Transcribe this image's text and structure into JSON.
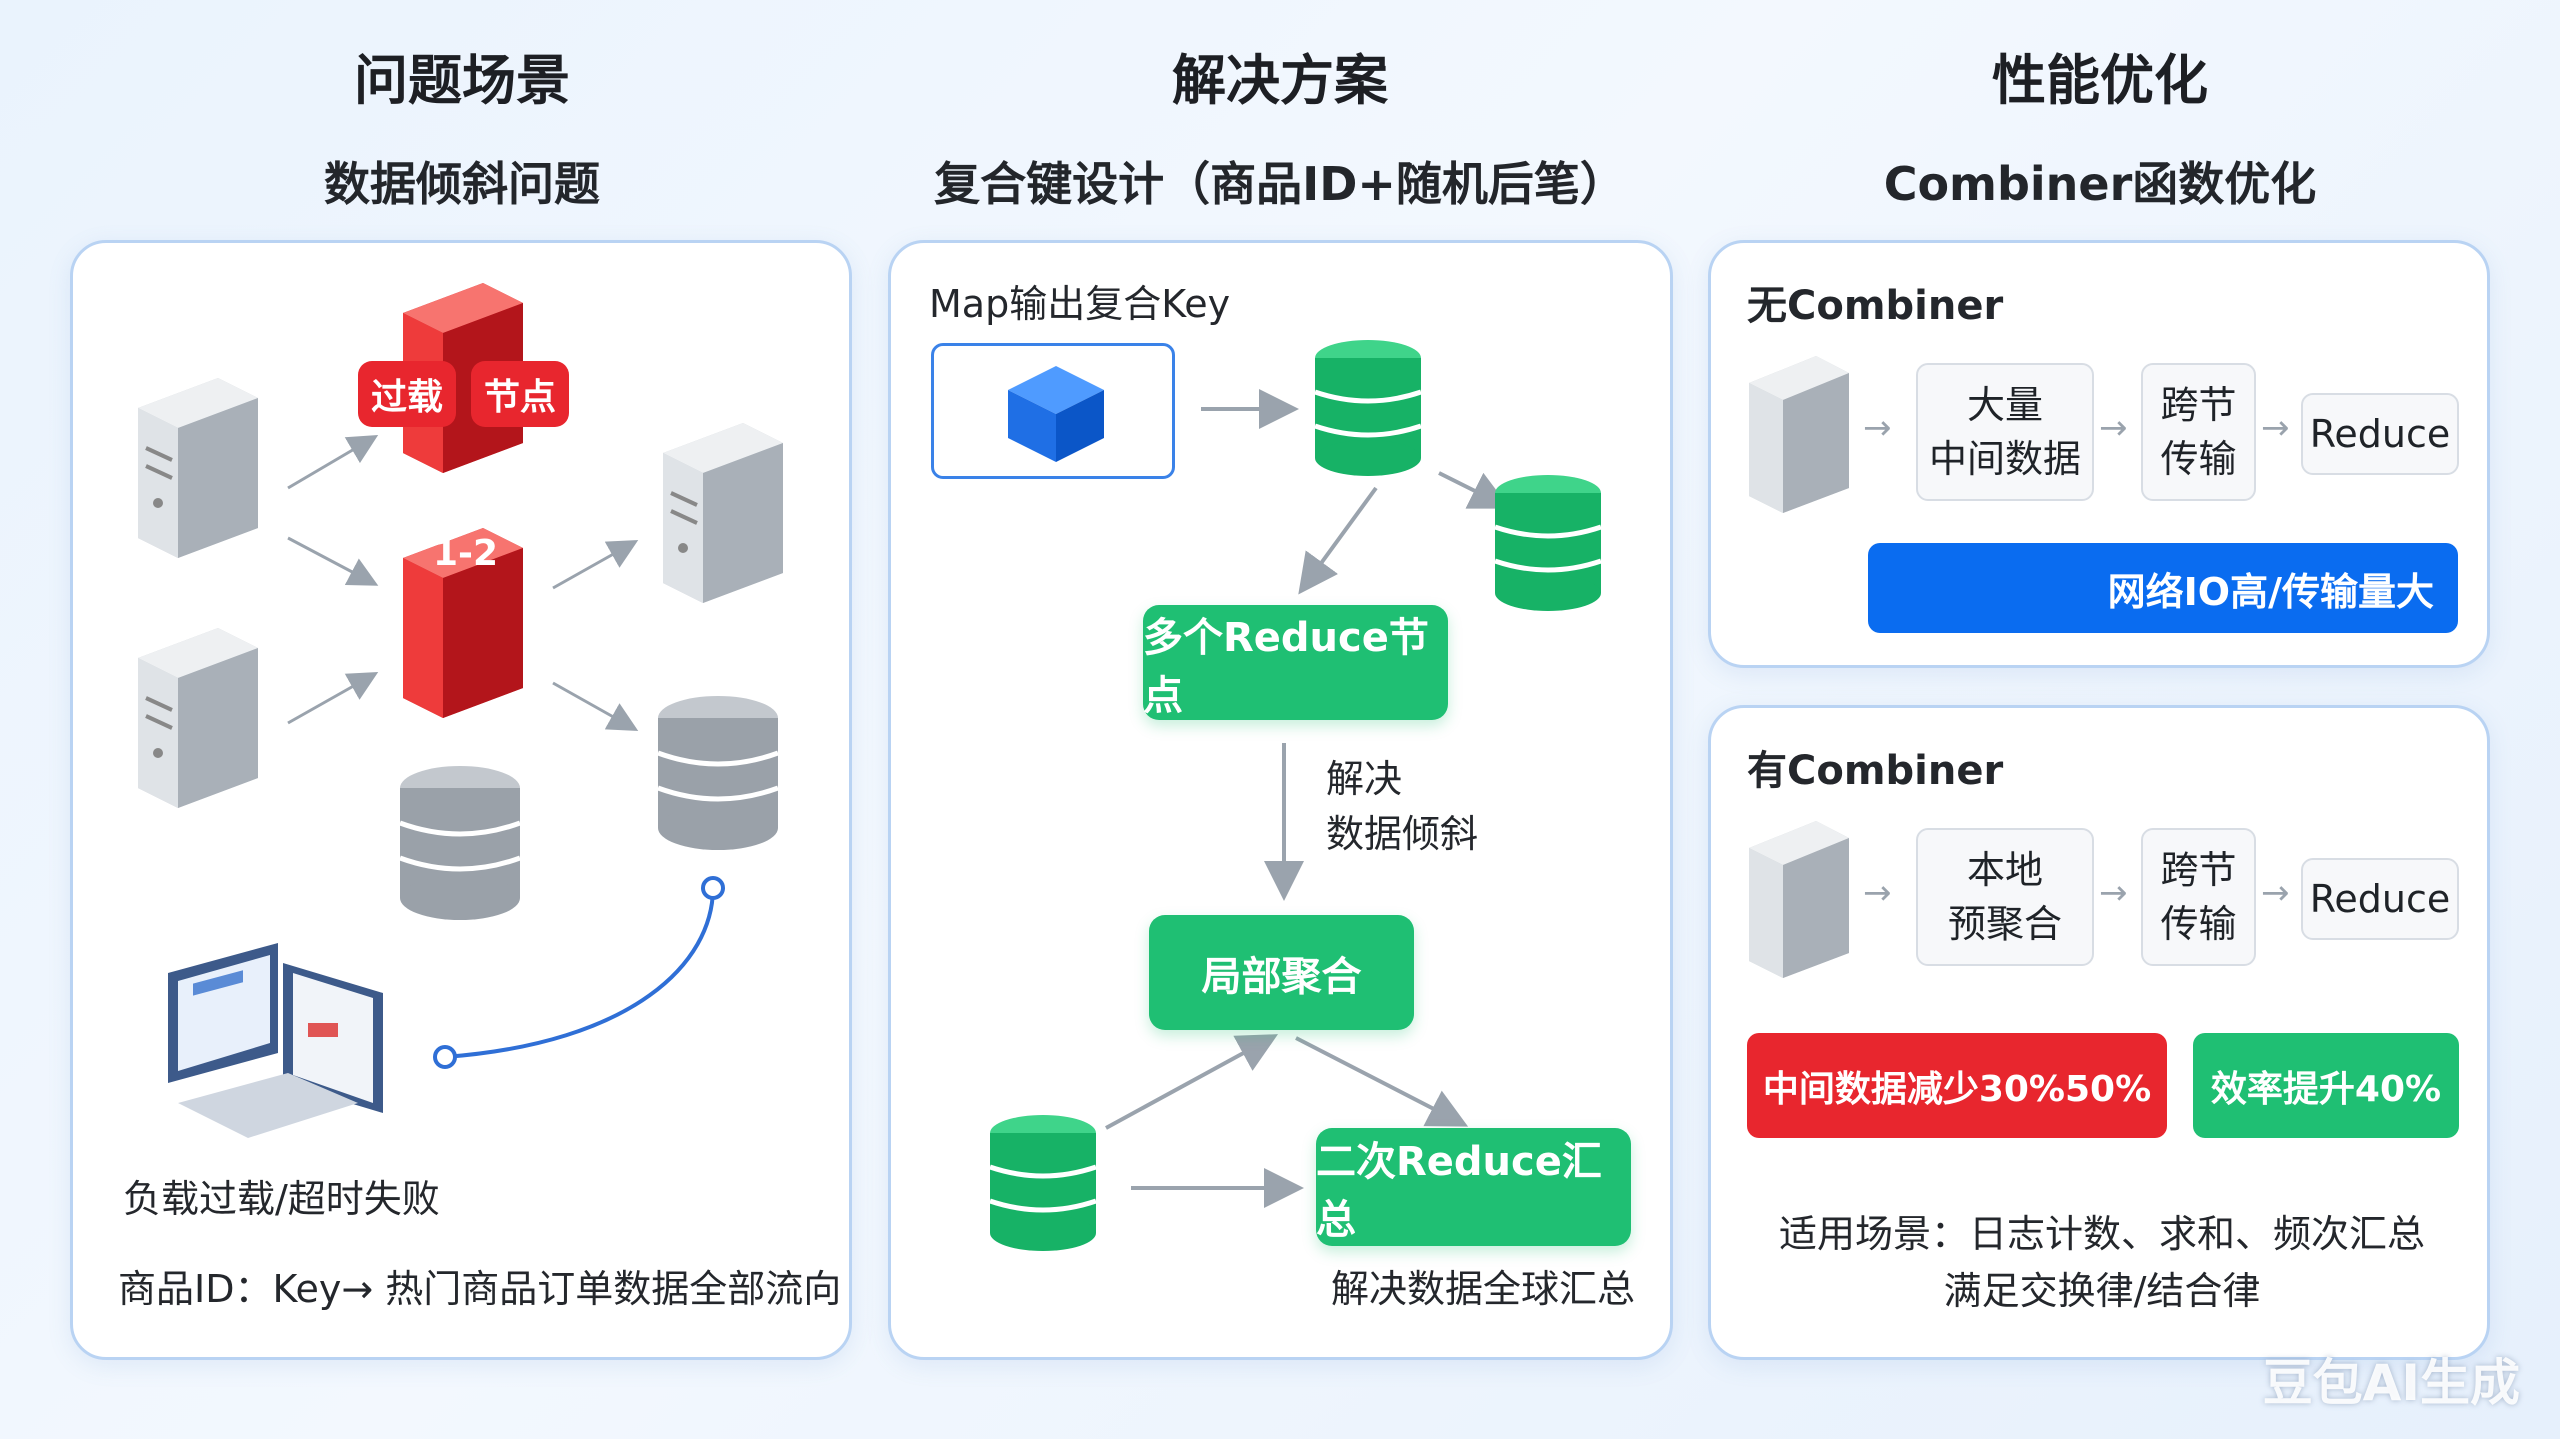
{
  "columns": [
    {
      "title": "问题场景",
      "subtitle": "数据倾斜问题"
    },
    {
      "title": "解决方案",
      "subtitle": "复合键设计（商品ID+随机后笔）"
    },
    {
      "title": "性能优化",
      "subtitle": "Combiner函数优化"
    }
  ],
  "problem": {
    "tag_overload": "过载",
    "tag_node": "节点",
    "server_label": "1-2",
    "caption_failure": "负载过载/超时失败",
    "caption_key": "商品ID：Key→ 热门商品订单数据全部流向"
  },
  "solution": {
    "map_output_label": "Map输出复合Key",
    "multi_reduce": "多个Reduce节点",
    "resolve_line1": "解决",
    "resolve_line2": "数据倾斜",
    "local_agg": "局部聚合",
    "second_reduce": "二次Reduce汇总",
    "global_summary": "解决数据全球汇总"
  },
  "perf": {
    "without": {
      "title": "无Combiner",
      "box1_line1": "大量",
      "box1_line2": "中间数据",
      "box2_line1": "跨节",
      "box2_line2": "传输",
      "box3": "Reduce",
      "banner": "网络IO高/传输量大"
    },
    "with": {
      "title": "有Combiner",
      "box1_line1": "本地",
      "box1_line2": "预聚合",
      "box2_line1": "跨节",
      "box2_line2": "传输",
      "box3": "Reduce",
      "pill_red": "中间数据减少30%50%",
      "pill_green": "效率提升40%",
      "usage_line1": "适用场景：日志计数、求和、频次汇总",
      "usage_line2": "满足交换律/结合律"
    }
  },
  "watermark": "豆包AI生成",
  "colors": {
    "green": "#1fbf73",
    "red": "#e8262e",
    "blue": "#0a6cf0",
    "panel_border": "#b9d3f3"
  }
}
